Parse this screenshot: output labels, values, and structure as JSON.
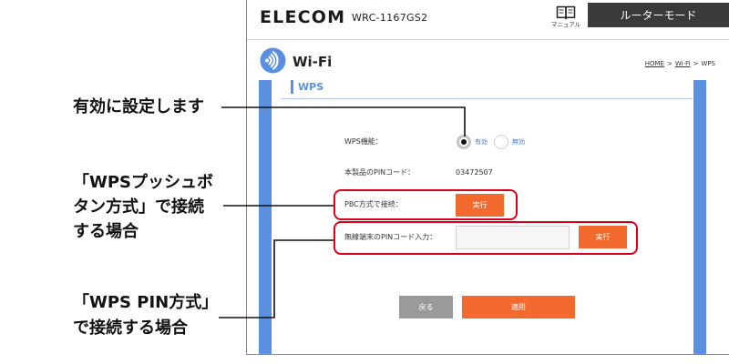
{
  "header": {
    "logo": "ELECOM",
    "model": "WRC-1167GS2",
    "manual_label": "マニュアル",
    "manual_icon": "book-icon",
    "mode_button": "ルーターモード"
  },
  "page": {
    "title": "Wi-Fi",
    "icon": "wifi-icon",
    "breadcrumb": {
      "items": [
        "HOME",
        "Wi-Fi",
        "WPS"
      ],
      "separator": ">"
    }
  },
  "section": {
    "title": "WPS"
  },
  "form": {
    "wps_function": {
      "label": "WPS機能：",
      "options": [
        {
          "label": "有効",
          "checked": true
        },
        {
          "label": "無効",
          "checked": false
        }
      ]
    },
    "device_pin": {
      "label": "本製品のPINコード：",
      "value": "03472507"
    },
    "pbc": {
      "label": "PBC方式で接続：",
      "button": "実行"
    },
    "client_pin": {
      "label": "無線端末のPINコード入力：",
      "value": "",
      "button": "実行"
    }
  },
  "actions": {
    "back": "戻る",
    "apply": "適用"
  },
  "annotations": {
    "enable": {
      "lines": [
        "有効に設定します"
      ]
    },
    "pbc": {
      "lines": [
        "「WPSプッシュボ",
        "タン方式」で接続",
        "する場合"
      ]
    },
    "pin": {
      "lines": [
        "「WPS PIN方式」",
        "で接続する場合"
      ]
    }
  },
  "colors": {
    "accent_blue": "#5b8fe0",
    "action_orange": "#f26a2e",
    "highlight_red": "#d9001b",
    "mode_button_dark": "#3a3a3a",
    "back_button_gray": "#9a9a9a",
    "link_blue": "#3a6fc4"
  }
}
